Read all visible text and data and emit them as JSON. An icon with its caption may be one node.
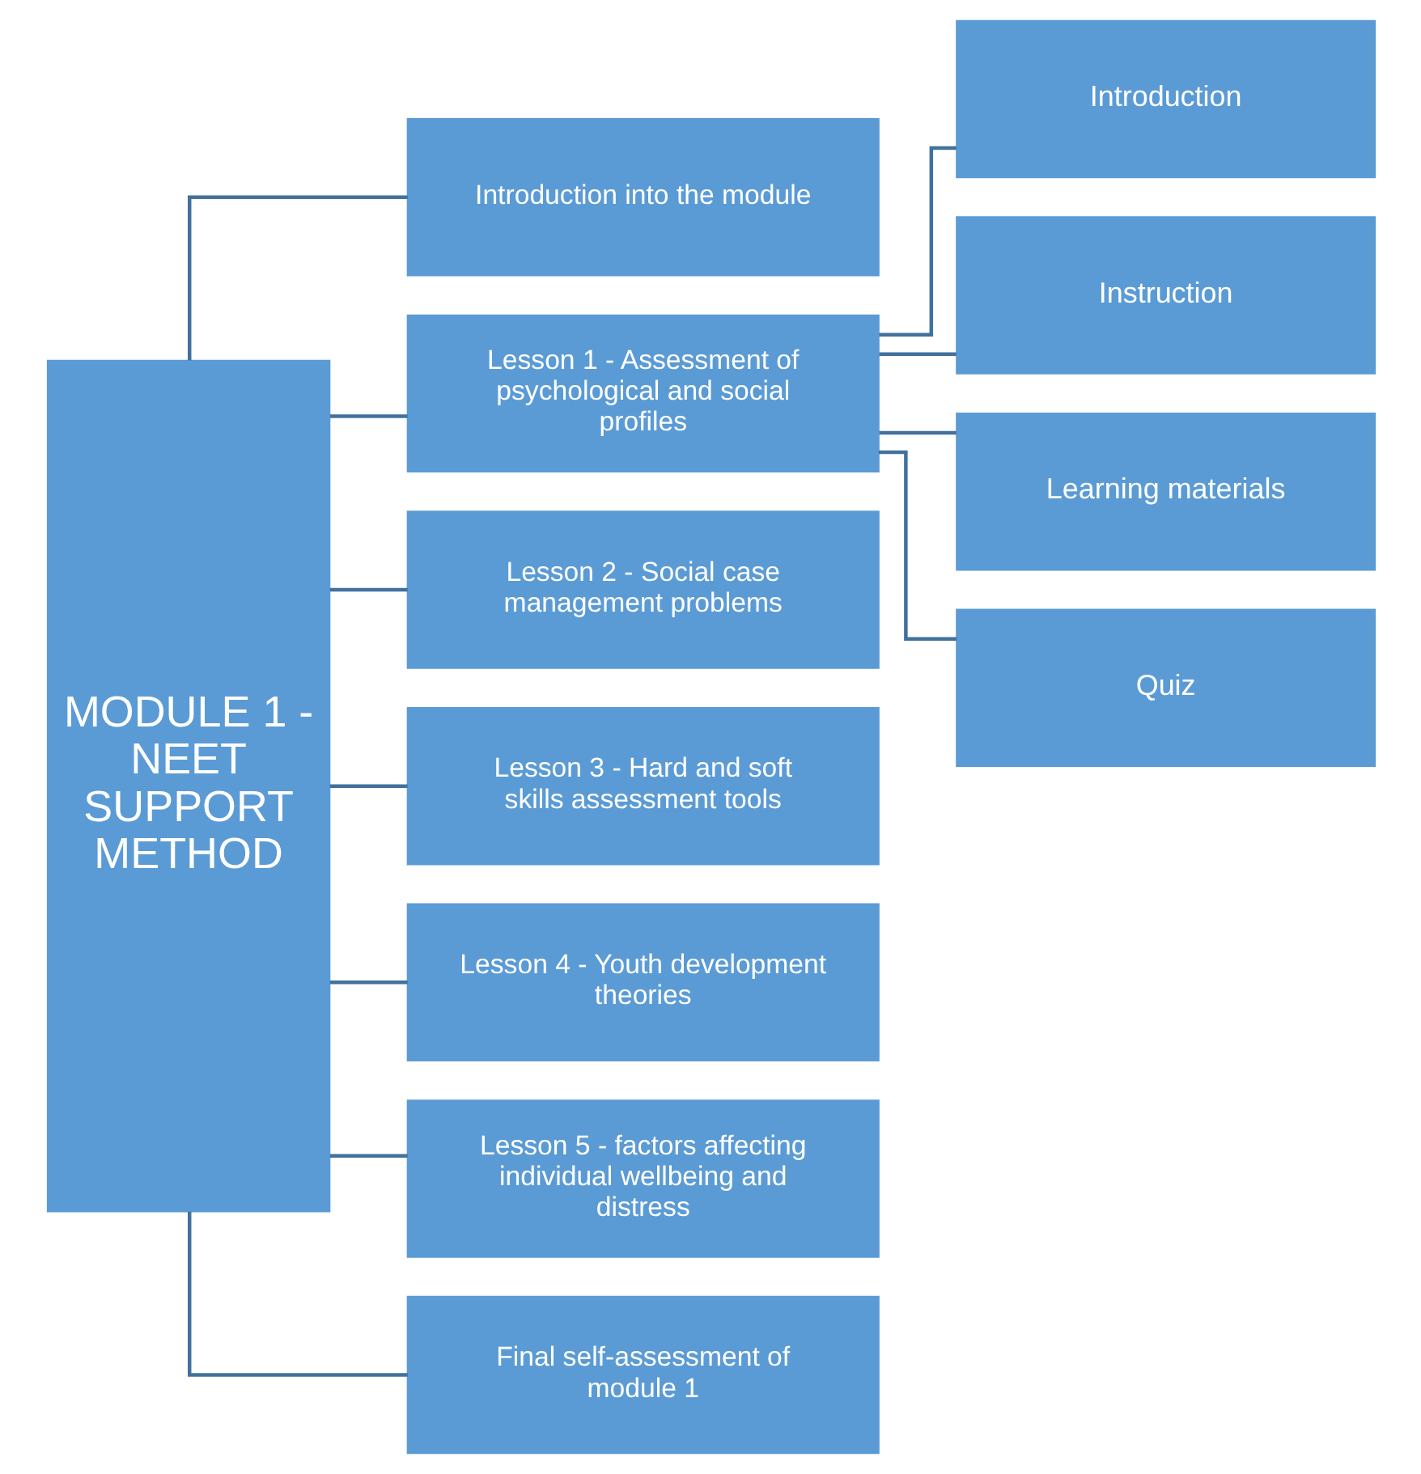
{
  "diagram": {
    "nodes": [
      {
        "text": [
          "MODULE 1 - NEET SUPPORT METHOD"
        ]
      },
      {
        "text": [
          "Introduction into the module"
        ]
      },
      {
        "text": [
          "Lesson 1 - Assessment of psychological and social profiles"
        ]
      },
      {
        "text": [
          "Lesson 2 - Social case management problems"
        ]
      },
      {
        "text": [
          "Lesson 3 - Hard and soft skills assessment tools"
        ]
      },
      {
        "text": [
          "Lesson 4 - Youth development theories"
        ]
      },
      {
        "text": [
          "Lesson 5 - factors affecting individual wellbeing and distress"
        ]
      },
      {
        "text": [
          "Final self-assessment of module 1"
        ]
      },
      {
        "text": [
          "Introduction"
        ]
      },
      {
        "text": [
          "Instruction"
        ]
      },
      {
        "text": [
          "Learning materials"
        ]
      },
      {
        "text": [
          "Quiz"
        ]
      }
    ],
    "edges": [
      {
        "from": 0,
        "to": 1,
        "arrow": "none"
      },
      {
        "from": 0,
        "to": 2,
        "arrow": "none"
      },
      {
        "from": 0,
        "to": 3,
        "arrow": "none"
      },
      {
        "from": 0,
        "to": 4,
        "arrow": "none"
      },
      {
        "from": 0,
        "to": 5,
        "arrow": "none"
      },
      {
        "from": 0,
        "to": 6,
        "arrow": "none"
      },
      {
        "from": 0,
        "to": 7,
        "arrow": "none"
      },
      {
        "from": 2,
        "to": 8,
        "arrow": "none"
      },
      {
        "from": 2,
        "to": 9,
        "arrow": "none"
      },
      {
        "from": 2,
        "to": 10,
        "arrow": "none"
      },
      {
        "from": 2,
        "to": 11,
        "arrow": "none"
      }
    ]
  }
}
